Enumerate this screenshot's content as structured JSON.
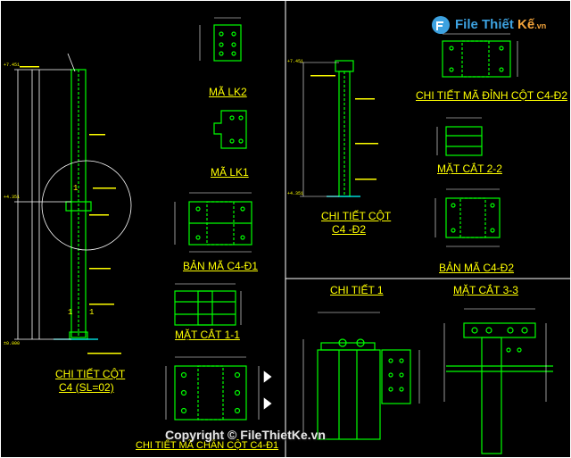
{
  "titles": {
    "ma_lk2": "MÃ LK2",
    "ma_lk1": "MÃ LK1",
    "ban_ma_c4_d1": "BẢN MÃ C4-Đ1",
    "mat_cat_1_1": "MẶT CẮT 1-1",
    "chi_tiet_cot_c4_line1": "CHI TIẾT CỘT",
    "chi_tiet_cot_c4_line2": "C4 (SL=02)",
    "chi_tiet_ma_chan_cot": "CHI TIẾT MÃ CHÂN CỘT C4-Đ1",
    "chi_tiet_ma_dinh_cot": "CHI TIẾT MÃ ĐỈNH CỘT C4-Đ2",
    "mat_cat_2_2": "MẶT CẮT 2-2",
    "chi_tiet_cot_d2_line1": "CHI TIẾT CỘT",
    "chi_tiet_cot_d2_line2": "C4 -Đ2",
    "ban_ma_c4_d2": "BẢN MÃ C4-Đ2",
    "chi_tiet_1": "CHI TIẾT 1",
    "mat_cat_3_3": "MẶT CẮT 3-3"
  },
  "dimensions": {
    "top_elev": "+7.451",
    "mid_elev": "+4.351",
    "base_elev": "±0.000",
    "d2_elev": "+7.451",
    "d2_base": "+4.351"
  },
  "section_marks": {
    "m1a": "1",
    "m1b": "1",
    "m1c": "1"
  },
  "watermark": "Copyright © FileThietKe.vn",
  "logo": {
    "part1": "File Thiết ",
    "part2": "Kế",
    "part3": ".vn"
  },
  "colors": {
    "background": "#000000",
    "steel": "#00ff00",
    "text": "#ffff00",
    "dims": "#ffffff",
    "border": "#ffffff"
  }
}
